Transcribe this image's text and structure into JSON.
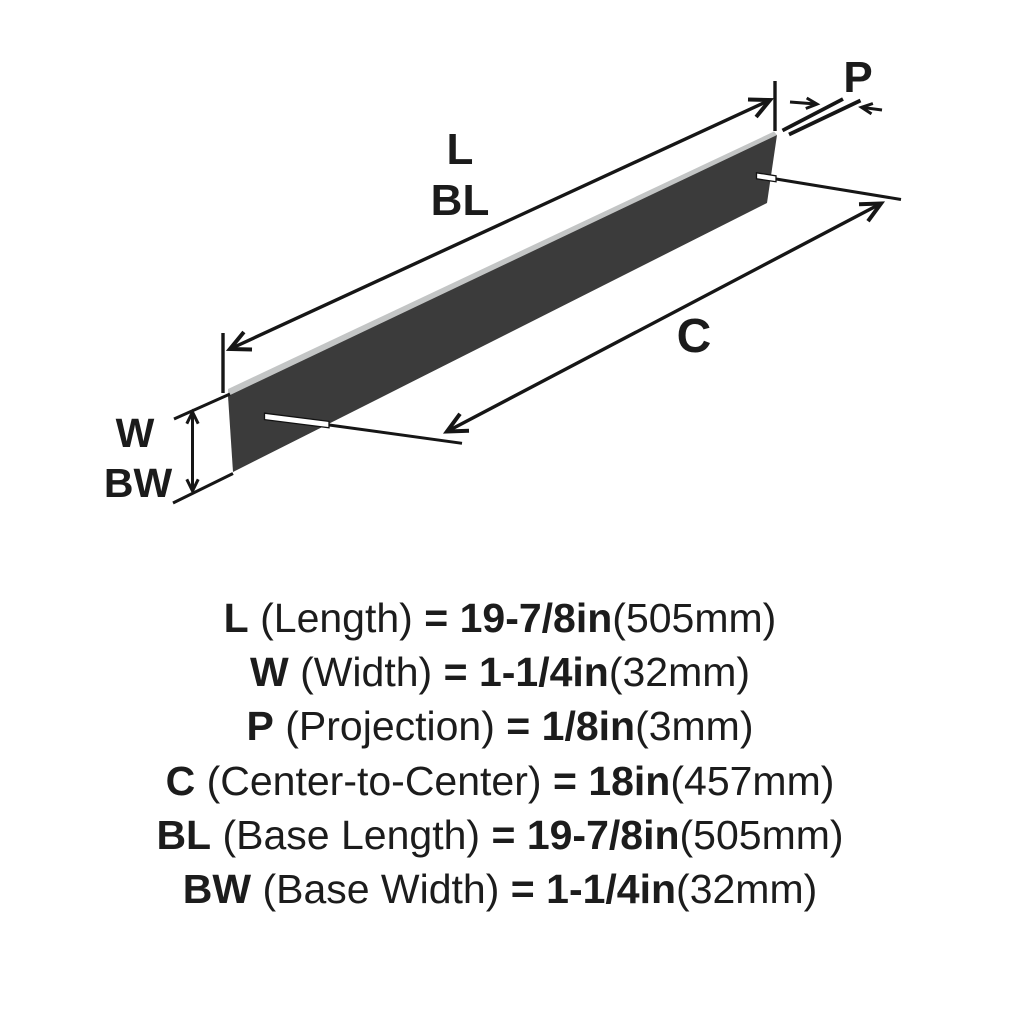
{
  "diagram": {
    "labels": {
      "length": "L",
      "base_length": "BL",
      "projection": "P",
      "center_to_center": "C",
      "width": "W",
      "base_width": "BW"
    },
    "colors": {
      "bar_front": "#3b3b3b",
      "bar_top": "#c3c5c5",
      "line": "#161616",
      "background": "#ffffff"
    }
  },
  "specs": [
    {
      "code": "L",
      "term": "(Length)",
      "eq": "=",
      "imperial": "19-7/8in",
      "metric": "(505mm)"
    },
    {
      "code": "W",
      "term": "(Width)",
      "eq": "=",
      "imperial": "1-1/4in",
      "metric": "(32mm)"
    },
    {
      "code": "P",
      "term": "(Projection)",
      "eq": "=",
      "imperial": "1/8in",
      "metric": "(3mm)"
    },
    {
      "code": "C",
      "term": "(Center-to-Center)",
      "eq": "=",
      "imperial": "18in",
      "metric": "(457mm)"
    },
    {
      "code": "BL",
      "term": "(Base Length)",
      "eq": "=",
      "imperial": "19-7/8in",
      "metric": "(505mm)"
    },
    {
      "code": "BW",
      "term": "(Base Width)",
      "eq": "=",
      "imperial": "1-1/4in",
      "metric": "(32mm)"
    }
  ]
}
